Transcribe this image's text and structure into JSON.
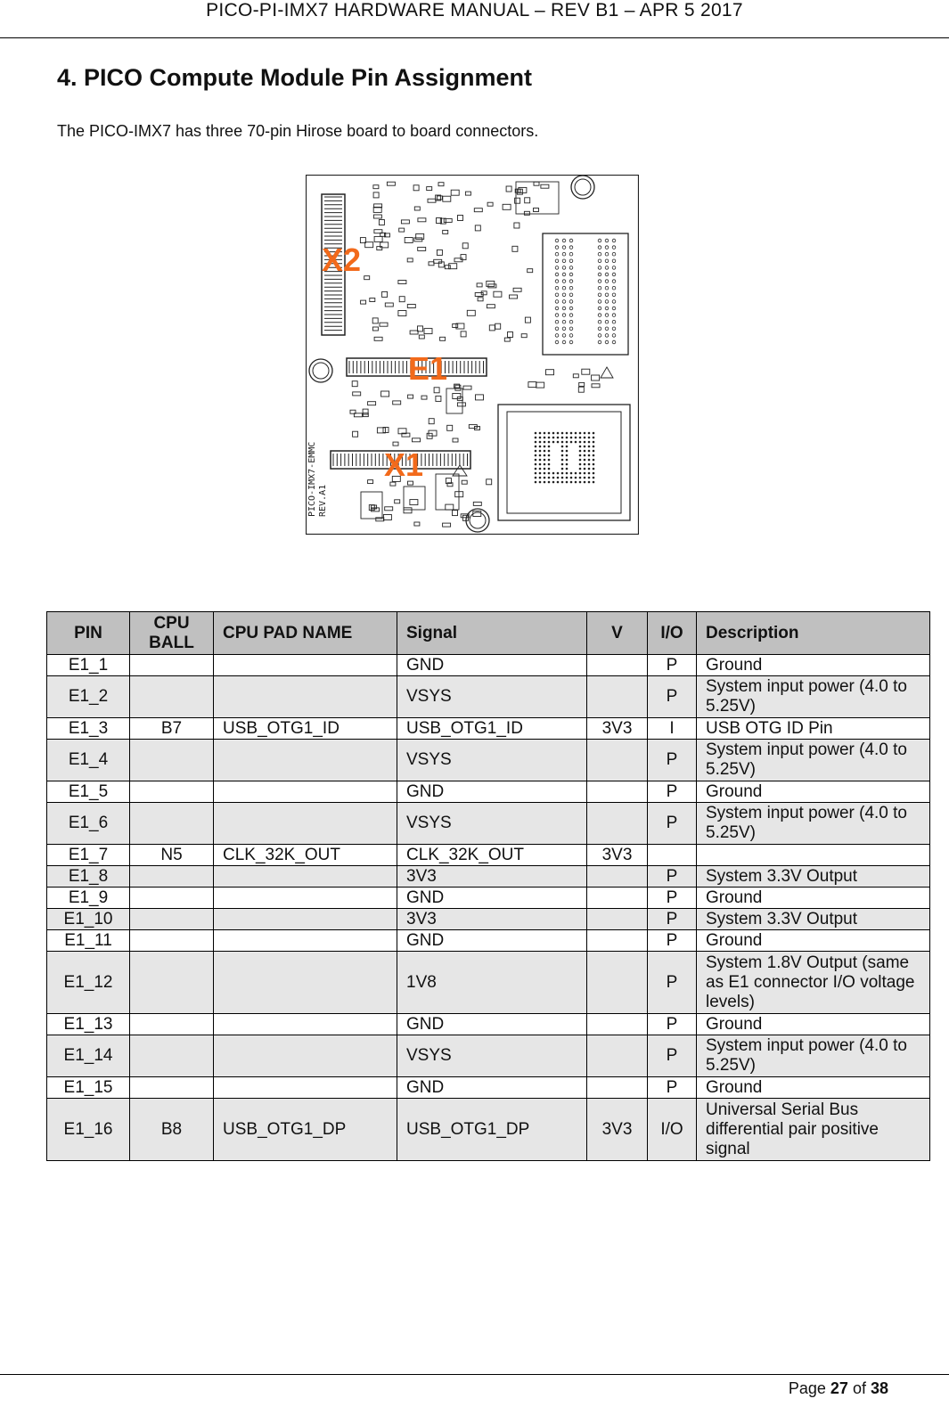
{
  "header": {
    "text": "PICO-PI-IMX7 HARDWARE MANUAL – REV B1 – APR 5 2017"
  },
  "section": {
    "title": "4. PICO Compute Module Pin Assignment",
    "intro": "The PICO-IMX7 has three 70-pin Hirose board to board connectors."
  },
  "figure": {
    "labels": {
      "x2": "X2",
      "e1": "E1",
      "x1": "X1"
    },
    "silkscreen": {
      "line1": "PICO-IMX7-EMMC",
      "line2": "REV.A1"
    },
    "label_color": "#f26a1b"
  },
  "table": {
    "headers": {
      "pin": "PIN",
      "cpu_ball_1": "CPU",
      "cpu_ball_2": "BALL",
      "cpu_pad": "CPU PAD NAME",
      "signal": "Signal",
      "v": "V",
      "io": "I/O",
      "desc": "Description"
    },
    "rows": [
      {
        "pin": "E1_1",
        "ball": "",
        "pad": "",
        "signal": "GND",
        "v": "",
        "io": "P",
        "desc": "Ground"
      },
      {
        "pin": "E1_2",
        "ball": "",
        "pad": "",
        "signal": "VSYS",
        "v": "",
        "io": "P",
        "desc": "System input power (4.0 to 5.25V)"
      },
      {
        "pin": "E1_3",
        "ball": "B7",
        "pad": "USB_OTG1_ID",
        "signal": "USB_OTG1_ID",
        "v": "3V3",
        "io": "I",
        "desc": "USB OTG ID Pin"
      },
      {
        "pin": "E1_4",
        "ball": "",
        "pad": "",
        "signal": "VSYS",
        "v": "",
        "io": "P",
        "desc": "System input power (4.0 to 5.25V)"
      },
      {
        "pin": "E1_5",
        "ball": "",
        "pad": "",
        "signal": "GND",
        "v": "",
        "io": "P",
        "desc": "Ground"
      },
      {
        "pin": "E1_6",
        "ball": "",
        "pad": "",
        "signal": "VSYS",
        "v": "",
        "io": "P",
        "desc": "System input power (4.0 to 5.25V)"
      },
      {
        "pin": "E1_7",
        "ball": "N5",
        "pad": "CLK_32K_OUT",
        "signal": "CLK_32K_OUT",
        "v": "3V3",
        "io": "",
        "desc": ""
      },
      {
        "pin": "E1_8",
        "ball": "",
        "pad": "",
        "signal": "3V3",
        "v": "",
        "io": "P",
        "desc": "System 3.3V Output"
      },
      {
        "pin": "E1_9",
        "ball": "",
        "pad": "",
        "signal": "GND",
        "v": "",
        "io": "P",
        "desc": "Ground"
      },
      {
        "pin": "E1_10",
        "ball": "",
        "pad": "",
        "signal": "3V3",
        "v": "",
        "io": "P",
        "desc": "System 3.3V Output"
      },
      {
        "pin": "E1_11",
        "ball": "",
        "pad": "",
        "signal": "GND",
        "v": "",
        "io": "P",
        "desc": "Ground"
      },
      {
        "pin": "E1_12",
        "ball": "",
        "pad": "",
        "signal": "1V8",
        "v": "",
        "io": "P",
        "desc": "System 1.8V Output (same as E1 connector I/O voltage levels)"
      },
      {
        "pin": "E1_13",
        "ball": "",
        "pad": "",
        "signal": "GND",
        "v": "",
        "io": "P",
        "desc": "Ground"
      },
      {
        "pin": "E1_14",
        "ball": "",
        "pad": "",
        "signal": "VSYS",
        "v": "",
        "io": "P",
        "desc": "System input power (4.0 to 5.25V)"
      },
      {
        "pin": "E1_15",
        "ball": "",
        "pad": "",
        "signal": "GND",
        "v": "",
        "io": "P",
        "desc": "Ground"
      },
      {
        "pin": "E1_16",
        "ball": "B8",
        "pad": "USB_OTG1_DP",
        "signal": "USB_OTG1_DP",
        "v": "3V3",
        "io": "I/O",
        "desc": "Universal Serial Bus differential pair positive signal"
      }
    ]
  },
  "footer": {
    "page_prefix": "Page",
    "page_current": "27",
    "page_of": "of",
    "page_total": "38"
  }
}
